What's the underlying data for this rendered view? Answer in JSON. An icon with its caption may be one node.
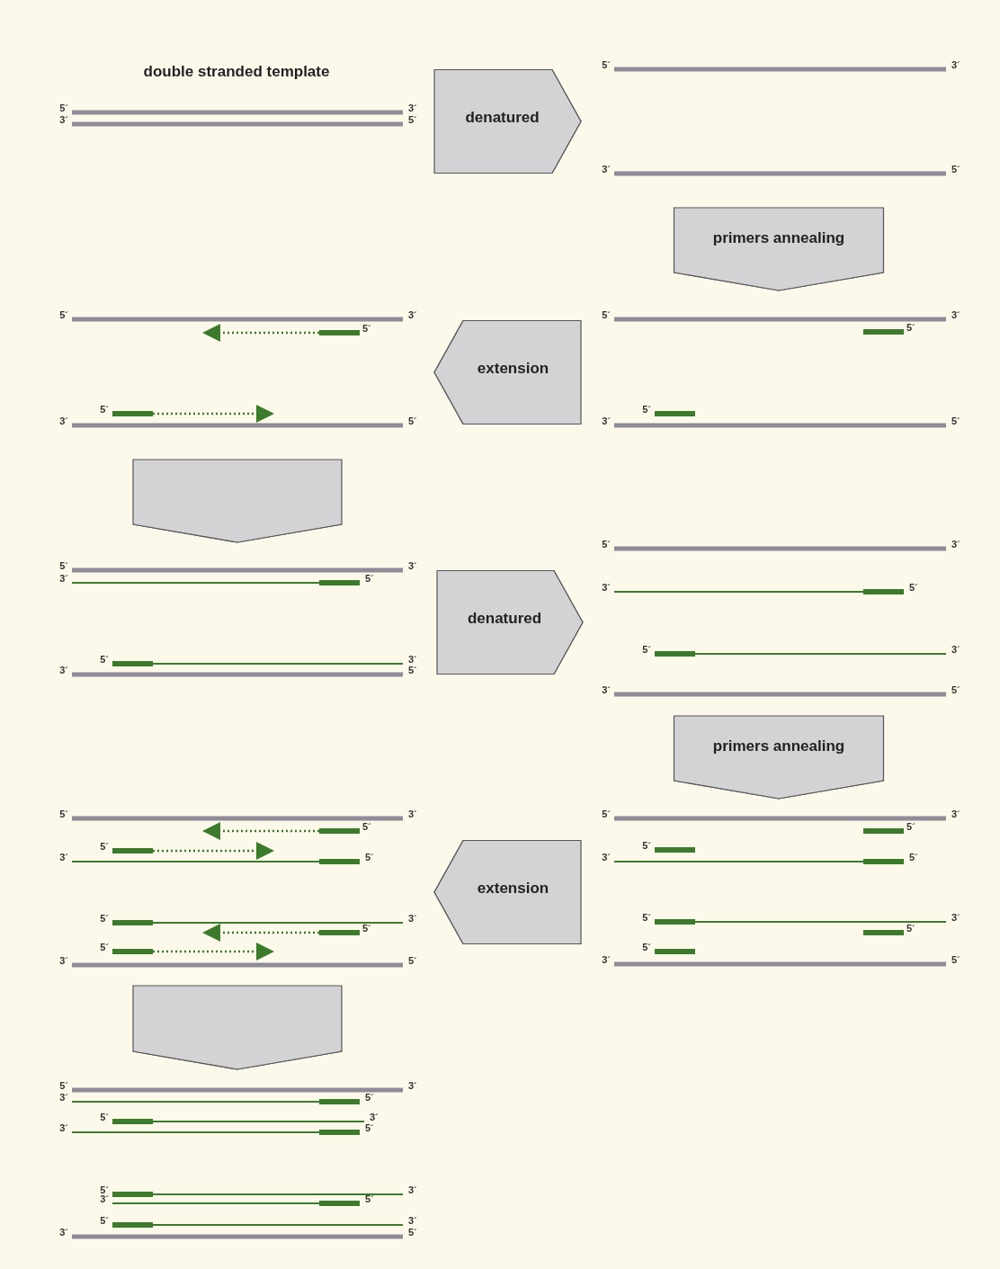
{
  "diagram": {
    "nodes": [
      {
        "text": [
          "double stranded template"
        ]
      },
      {
        "text": [],
        "shape": "picture"
      },
      {
        "text": [],
        "shape": "picture"
      },
      {
        "text": [],
        "shape": "picture"
      },
      {
        "text": [],
        "shape": "picture"
      },
      {
        "text": [],
        "shape": "picture"
      },
      {
        "text": [],
        "shape": "picture"
      },
      {
        "text": [],
        "shape": "picture"
      },
      {
        "text": [],
        "shape": "picture"
      }
    ],
    "edges": [
      {
        "from": 0,
        "to": 1,
        "arrow": "to",
        "label": "denatured"
      },
      {
        "from": 1,
        "to": 2,
        "arrow": "to",
        "label": "primers annealing"
      },
      {
        "from": 2,
        "to": 3,
        "arrow": "to",
        "label": "extension"
      },
      {
        "from": 3,
        "to": 4,
        "arrow": "to"
      },
      {
        "from": 4,
        "to": 5,
        "arrow": "to",
        "label": "denatured"
      },
      {
        "from": 5,
        "to": 6,
        "arrow": "to",
        "label": "primers annealing"
      },
      {
        "from": 6,
        "to": 7,
        "arrow": "to",
        "label": "extension"
      },
      {
        "from": 7,
        "to": 8,
        "arrow": "to"
      }
    ],
    "labels": [
      "5´",
      "3´",
      "3´",
      "5´",
      "5´",
      "3´",
      "3´",
      "5´",
      "5´",
      "3´",
      "5´",
      "5´",
      "3´",
      "5´",
      "5´",
      "3´",
      "5´",
      "5´",
      "3´",
      "5´",
      "5´",
      "3´",
      "3´",
      "5´",
      "5´",
      "3´",
      "3´",
      "5´",
      "5´",
      "3´",
      "3´",
      "5´",
      "5´",
      "3´",
      "3´",
      "5´",
      "5´",
      "3´",
      "5´",
      "5´",
      "3´",
      "5´",
      "5´",
      "3´",
      "5´",
      "5´",
      "3´",
      "5´",
      "5´",
      "3´",
      "5´",
      "5´",
      "3´",
      "5´",
      "5´",
      "3´",
      "5´",
      "5´",
      "3´",
      "5´",
      "5´",
      "3´",
      "3´",
      "5´",
      "5´",
      "3´",
      "3´",
      "5´",
      "5´",
      "3´",
      "3´",
      "5´",
      "5´",
      "3´",
      "3´",
      "5´"
    ]
  }
}
